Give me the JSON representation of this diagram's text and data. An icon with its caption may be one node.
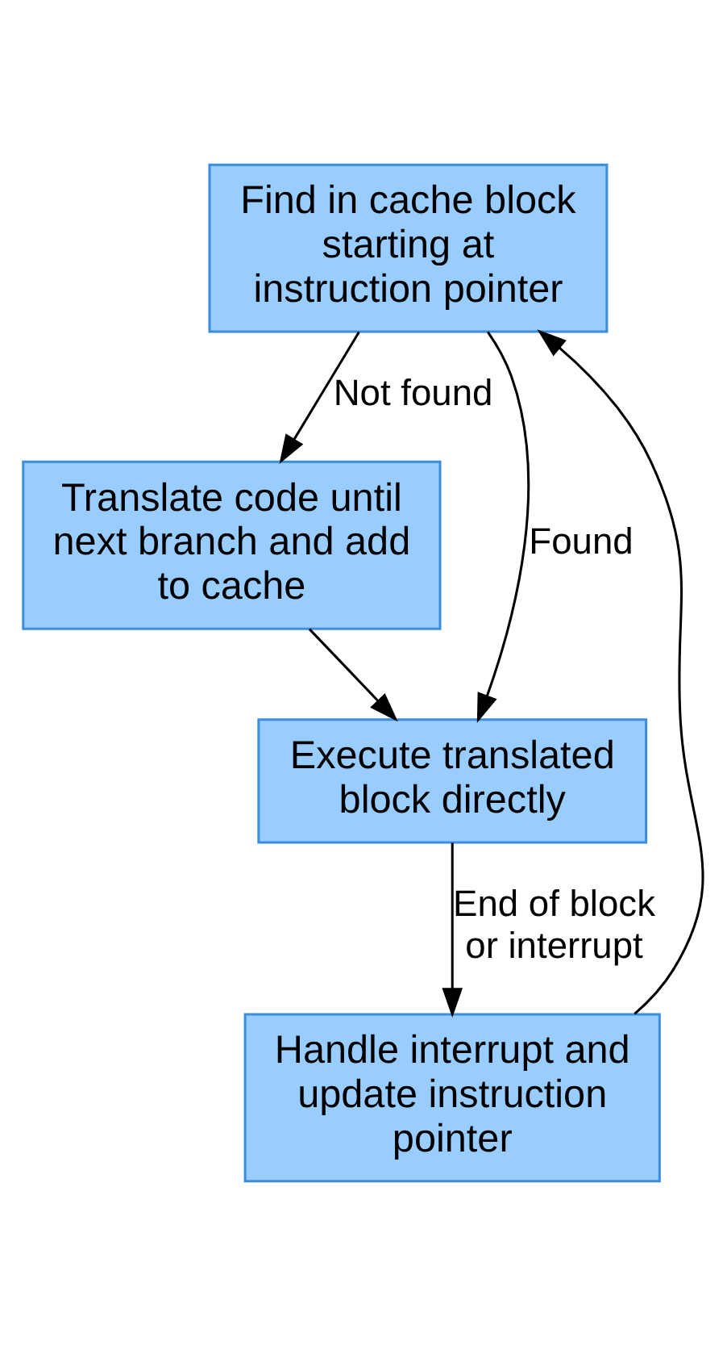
{
  "diagram": {
    "nodes": [
      {
        "text": [
          "Find in cache block starting at instruction pointer"
        ]
      },
      {
        "text": [
          "Translate code until next branch and add to cache"
        ]
      },
      {
        "text": [
          "Execute translated block directly"
        ]
      },
      {
        "text": [
          "Handle interrupt and update instruction pointer"
        ]
      }
    ],
    "edges": [
      {
        "from": 0,
        "to": 2,
        "arrow": "to",
        "label": "Found"
      },
      {
        "from": 0,
        "to": 1,
        "arrow": "to",
        "label": "Not found"
      },
      {
        "from": 1,
        "to": 2,
        "arrow": "to"
      },
      {
        "from": 2,
        "to": 3,
        "arrow": "to",
        "label": "End of block or interrupt"
      },
      {
        "from": 3,
        "to": 0,
        "arrow": "to"
      }
    ]
  }
}
